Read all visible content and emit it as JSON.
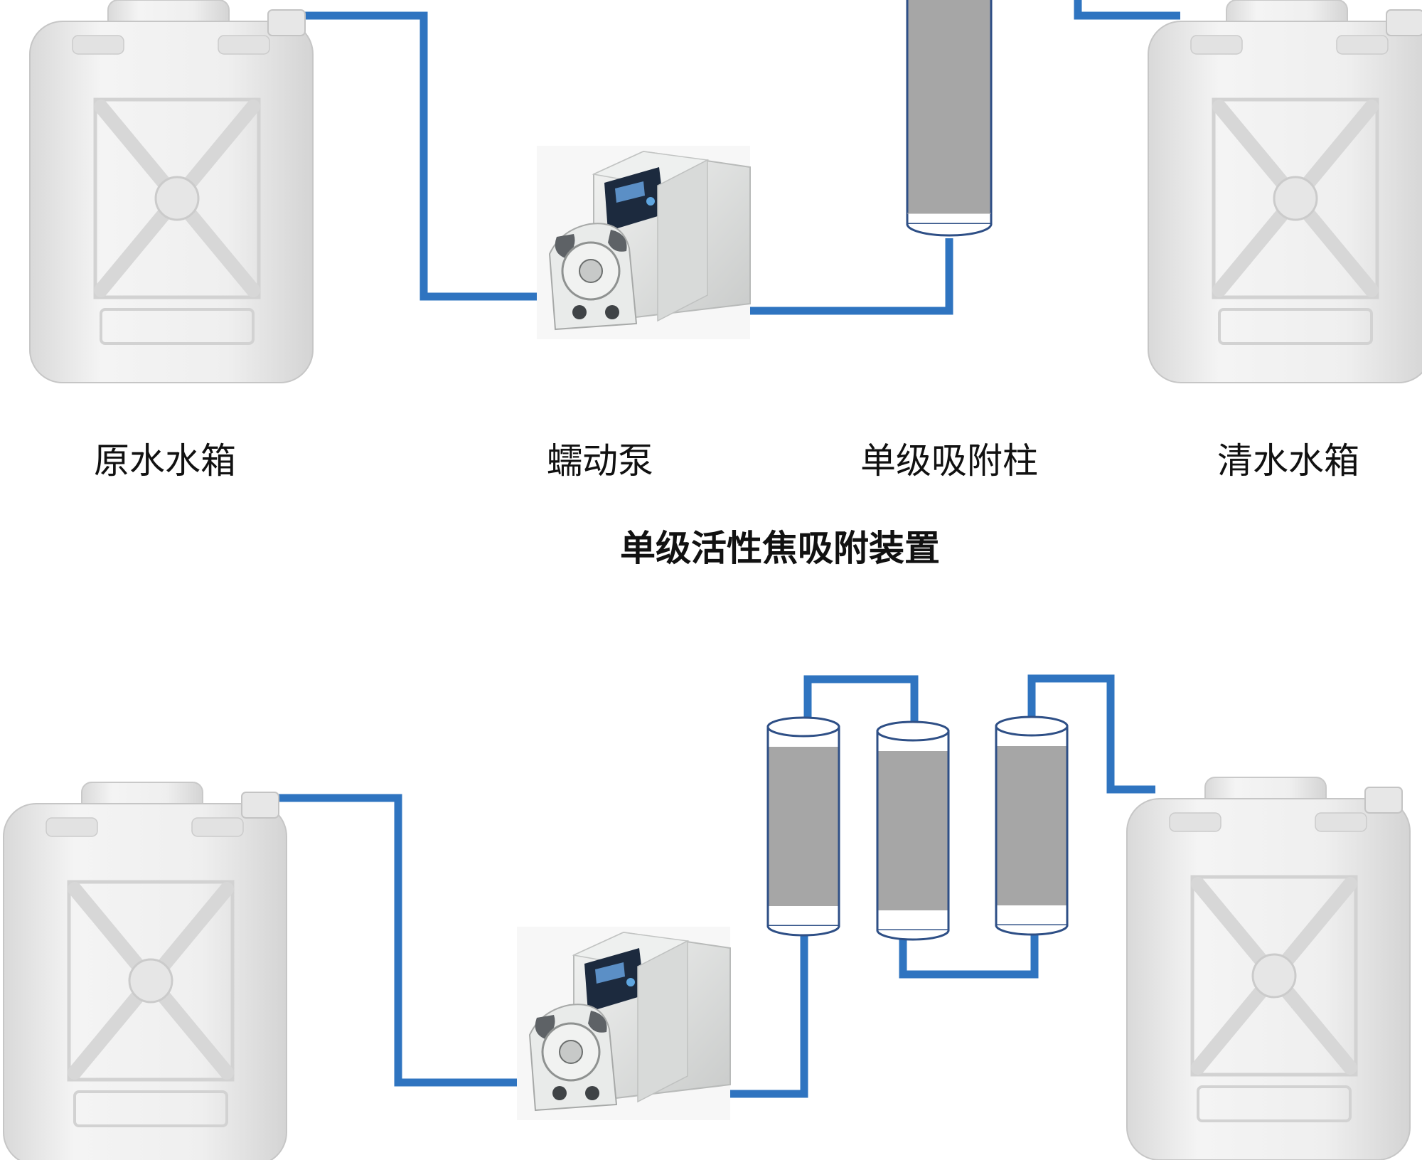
{
  "labels": {
    "raw_tank": "原水水箱",
    "pump": "蠕动泵",
    "column": "单级吸附柱",
    "clean_tank": "清水水箱"
  },
  "title": "单级活性焦吸附装置",
  "colors": {
    "pipe": "#2f74c0",
    "packing": "#a6a6a6",
    "tank": "#ececec",
    "pump_body": "#e3e5e4"
  }
}
